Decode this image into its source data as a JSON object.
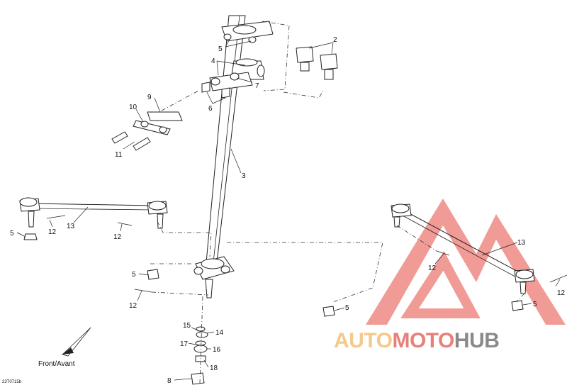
{
  "diagram": {
    "callouts": [
      {
        "id": "c-1",
        "text": "2"
      },
      {
        "id": "c-2",
        "text": "5"
      },
      {
        "id": "c-3",
        "text": "4"
      },
      {
        "id": "c-4",
        "text": "7"
      },
      {
        "id": "c-5",
        "text": "6"
      },
      {
        "id": "c-6",
        "text": "9"
      },
      {
        "id": "c-7",
        "text": "10"
      },
      {
        "id": "c-8",
        "text": "11"
      },
      {
        "id": "c-9",
        "text": "3"
      },
      {
        "id": "c-10",
        "text": "5"
      },
      {
        "id": "c-11",
        "text": "12"
      },
      {
        "id": "c-12",
        "text": "13"
      },
      {
        "id": "c-13",
        "text": "12"
      },
      {
        "id": "c-14",
        "text": "5"
      },
      {
        "id": "c-15",
        "text": "12"
      },
      {
        "id": "c-16",
        "text": "13"
      },
      {
        "id": "c-17",
        "text": "12"
      },
      {
        "id": "c-18",
        "text": "5"
      },
      {
        "id": "c-19",
        "text": "12"
      },
      {
        "id": "c-20",
        "text": "5"
      },
      {
        "id": "c-21",
        "text": "15"
      },
      {
        "id": "c-22",
        "text": "14"
      },
      {
        "id": "c-23",
        "text": "17"
      },
      {
        "id": "c-24",
        "text": "16"
      },
      {
        "id": "c-25",
        "text": "18"
      },
      {
        "id": "c-26",
        "text": "8"
      }
    ],
    "direction_label": "Front/Avant",
    "figure_code": "23T0715b"
  },
  "watermark": {
    "part1": "AUTO",
    "part2": "MOTO",
    "part3": "HUB",
    "color_orange": "#f5c98a",
    "color_red": "#e8807a",
    "color_gray": "#8a8a8a"
  }
}
